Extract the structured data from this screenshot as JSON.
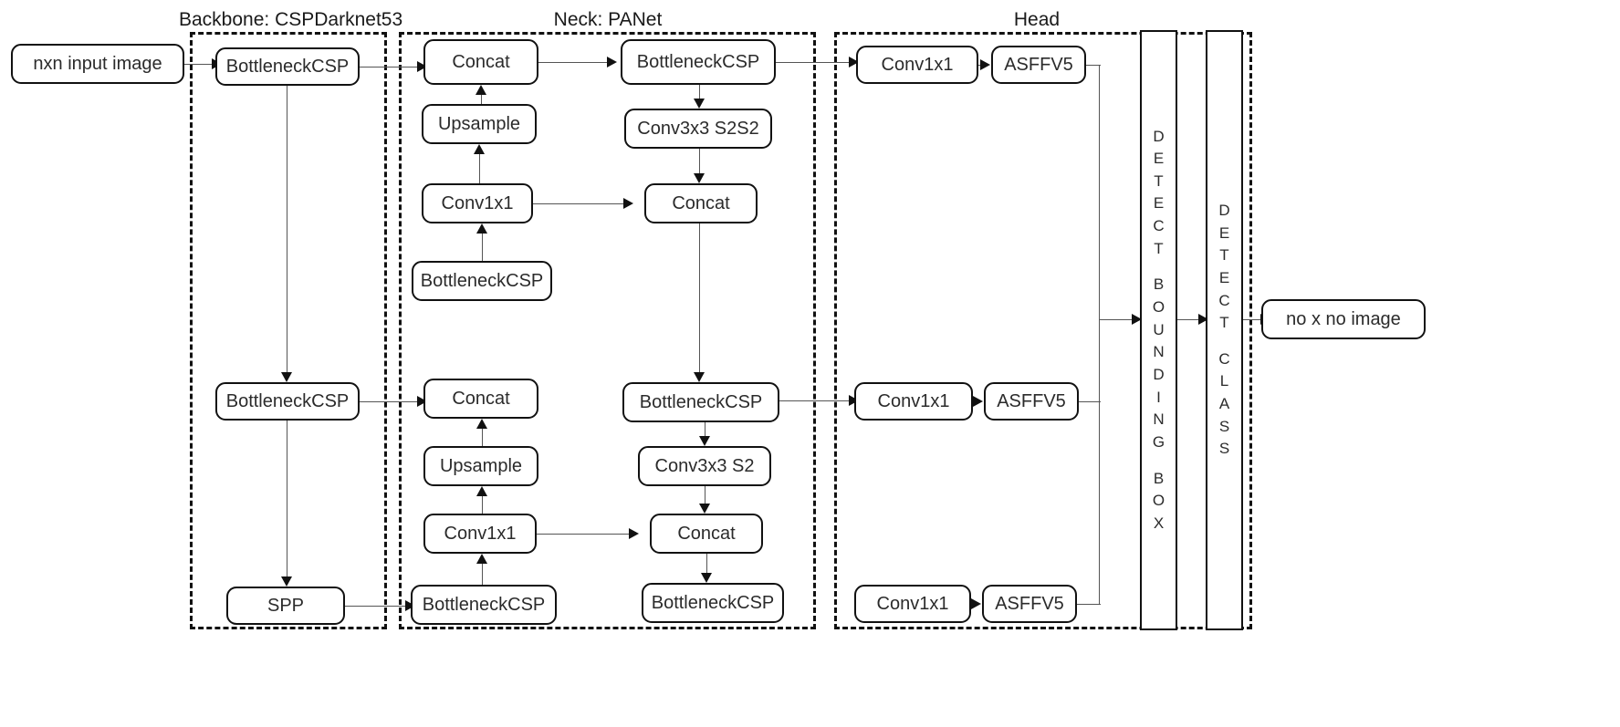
{
  "diagram": {
    "title_visible": false,
    "groups": [
      {
        "id": "backbone",
        "label": "Backbone: CSPDarknet53"
      },
      {
        "id": "neck",
        "label": "Neck: PANet"
      },
      {
        "id": "head",
        "label": "Head"
      }
    ],
    "input_node": {
      "label": "nxn input image"
    },
    "output_node": {
      "label": "no x no image"
    },
    "backbone_nodes": [
      {
        "id": "bb-csp-1",
        "label": "BottleneckCSP"
      },
      {
        "id": "bb-csp-2",
        "label": "BottleneckCSP"
      },
      {
        "id": "bb-spp",
        "label": "SPP"
      }
    ],
    "neck_left_nodes": [
      {
        "id": "nk-concat-1",
        "label": "Concat"
      },
      {
        "id": "nk-upsample-1",
        "label": "Upsample"
      },
      {
        "id": "nk-conv-1",
        "label": "Conv1x1"
      },
      {
        "id": "nk-csp-1",
        "label": "BottleneckCSP"
      },
      {
        "id": "nk-concat-2",
        "label": "Concat"
      },
      {
        "id": "nk-upsample-2",
        "label": "Upsample"
      },
      {
        "id": "nk-conv-2",
        "label": "Conv1x1"
      },
      {
        "id": "nk-csp-2",
        "label": "BottleneckCSP"
      }
    ],
    "neck_right_nodes": [
      {
        "id": "nr-csp-1",
        "label": "BottleneckCSP"
      },
      {
        "id": "nr-conv-1",
        "label": "Conv3x3 S2S2"
      },
      {
        "id": "nr-concat-1",
        "label": "Concat"
      },
      {
        "id": "nr-csp-2",
        "label": "BottleneckCSP"
      },
      {
        "id": "nr-conv-2",
        "label": "Conv3x3 S2"
      },
      {
        "id": "nr-concat-2",
        "label": "Concat"
      },
      {
        "id": "nr-csp-3",
        "label": "BottleneckCSP"
      }
    ],
    "head_branches": [
      {
        "id": "hd-1",
        "conv_label": "Conv1x1",
        "asff_label": "ASFFV5"
      },
      {
        "id": "hd-2",
        "conv_label": "Conv1x1",
        "asff_label": "ASFFV5"
      },
      {
        "id": "hd-3",
        "conv_label": "Conv1x1",
        "asff_label": "ASFFV5"
      }
    ],
    "detect_columns": [
      {
        "id": "detect-bbox",
        "label": "DETECT BOUNDING BOX",
        "lines": [
          "D",
          "E",
          "T",
          "E",
          "C",
          "T",
          "",
          "B",
          "O",
          "U",
          "N",
          "D",
          "I",
          "N",
          "G",
          "",
          "B",
          "O",
          "X"
        ]
      },
      {
        "id": "detect-class",
        "label": "DETECT CLASS",
        "lines": [
          "D",
          "E",
          "T",
          "E",
          "C",
          "T",
          "",
          "C",
          "L",
          "A",
          "S",
          "S"
        ]
      }
    ],
    "colors": {
      "node_border": "#111111",
      "node_fill": "#ffffff",
      "connector": "#555555",
      "group_border": "#111111",
      "text": "#2b2b2b",
      "background": "#ffffff"
    }
  }
}
